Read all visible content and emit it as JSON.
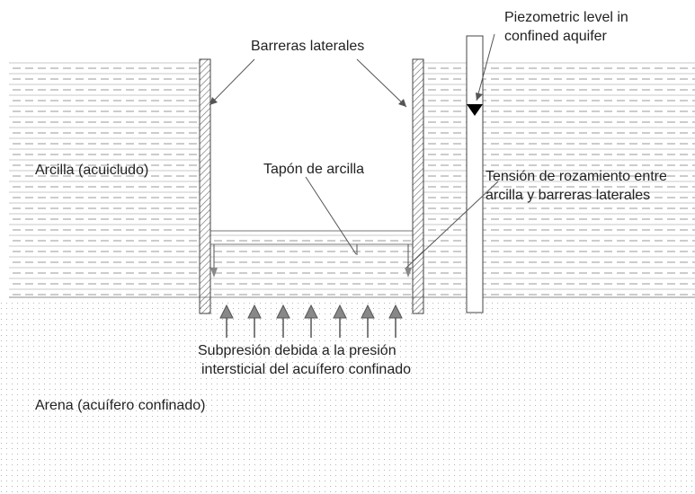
{
  "labels": {
    "barreras_laterales": "Barreras laterales",
    "piezometric_line1": "Piezometric level in",
    "piezometric_line2": "confined aquifer",
    "arcilla": "Arcilla (acuicludo)",
    "tapon": "Tapón de arcilla",
    "tension_line1": "Tensión de rozamiento entre",
    "tension_line2": "arcilla y barreras laterales",
    "subpresion_line1": "Subpresión debida a la presión",
    "subpresion_line2": "intersticial del acuífero confinado",
    "arena": "Arena (acuífero confinado)"
  },
  "colors": {
    "line": "#555555",
    "hatch_line": "#9a9a9a",
    "sand_dot": "#b5b5b5",
    "arrow_fill": "#888888",
    "water_marker": "#000000"
  }
}
